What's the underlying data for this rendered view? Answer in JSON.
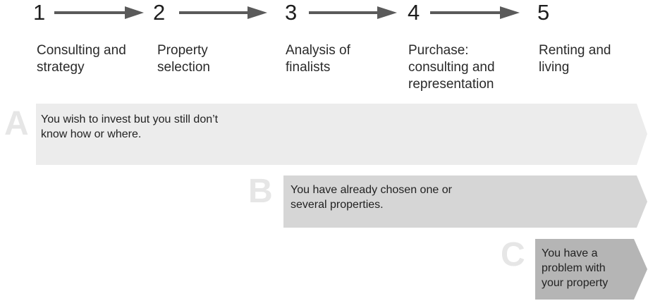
{
  "steps": [
    {
      "number": "1",
      "label": "Consulting and strategy"
    },
    {
      "number": "2",
      "label": "Property selection"
    },
    {
      "number": "3",
      "label": "Analysis of finalists"
    },
    {
      "number": "4",
      "label": "Purchase: consulting and representation"
    },
    {
      "number": "5",
      "label": "Renting and living"
    }
  ],
  "scenarios": [
    {
      "letter": "A",
      "text": "You wish to invest but you still don’t know how or where.",
      "color": "#ececec"
    },
    {
      "letter": "B",
      "text": "You have already chosen one or several properties.",
      "color": "#d6d6d6"
    },
    {
      "letter": "C",
      "text": "You have a problem with your property",
      "color": "#b5b5b5"
    }
  ],
  "colors": {
    "arrow": "#5a5a5a",
    "letter": "#e6e6e6"
  }
}
